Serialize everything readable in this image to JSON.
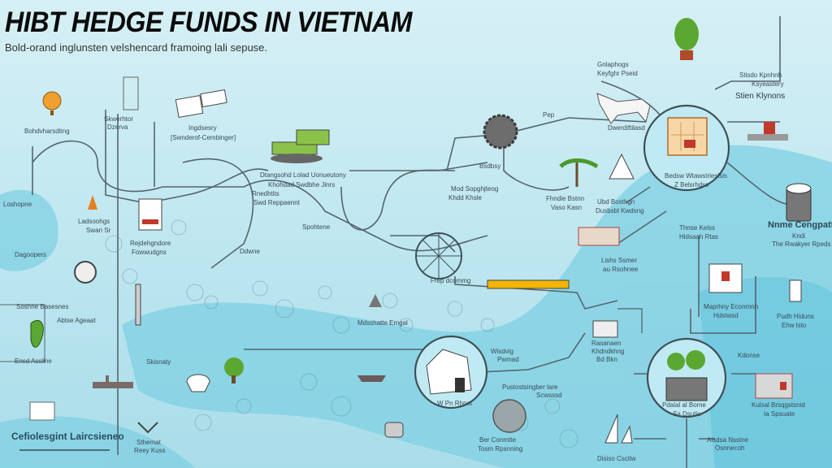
{
  "title": "HIBT HEDGE FUNDS IN VIETNAM",
  "subtitle": "Bold-orand inglunsten velshencard framoing lali sepuse.",
  "labels": {
    "l1": "Bohdvharsdting",
    "l2": "Skwerhtor",
    "l3": "Dzerva",
    "l4": "Ingdsesry",
    "l5": "[Swnderof-Cembinger]",
    "l6": "Dtangsohd Lolad Uonueutony",
    "l7": "Khohdad Swdbhe Jinrs",
    "l8": "Rnedhtits",
    "l9": "Swd Reppaennt",
    "l10": "Loshopne",
    "l11": "Ladsoohgs",
    "l12": "Swan Sr",
    "l13": "Rejdehgndore",
    "l14": "Fowwudgns",
    "l15": "Dagoopers",
    "l16": "Spohtene",
    "l17": "Ddwne",
    "l18": "Soshne Basesnes",
    "l19": "Abtse Ageaat",
    "l20": "Ensd Assline",
    "l21": "Skisnaty",
    "l22": "Mdsshatte Emgal",
    "l23": "Cefiolesgint Laircsieneo",
    "l24": "Sthemat",
    "l25": "Reey Kuss",
    "r1": "Gnlaphogs",
    "r2": "Keyfghr Pseid",
    "r3": "Stisdo Kpnhnh",
    "r4": "Ksyeastery",
    "r5": "Stien Klynons",
    "r6": "Dwerdiftilasd",
    "r7": "Pep",
    "r8": "Bsdbsy",
    "r9": "Mod Sopghjteog",
    "r10": "Khdd Khsle",
    "r11": "Fhndie Bstnn",
    "r12": "Vaso Kasn",
    "r13": "Ubd Bosthgn",
    "r14": "Dusbsbl Kwdsng",
    "r15": "Bedsw Wtawstrieslsis",
    "r16": "Z Belsrhdss",
    "r17": "Thnse Kelss",
    "r18": "Hidsaah Rtas",
    "r19": "Nnme Cengpatti",
    "r20": "Kndi",
    "r21": "The Rwakyer Rpeds",
    "r22": "Lishs Ssmer",
    "r23": "au Rsohnee",
    "r24": "Frep dcommg",
    "r25": "Maprhny Econmnh",
    "r26": "Hdstwsd",
    "r27": "Pudh Hiduns",
    "r28": "Ehw lsto",
    "r29": "Rasanaen",
    "r30": "Khdndkhng",
    "r31": "Bd Bkn",
    "r32": "Wisdvig",
    "r33": "Pwmad",
    "r34": "Pustostsingber lare",
    "r35": "Scwsssd",
    "r36": "W Pn Rhpet",
    "r37": "Kdonse",
    "r38": "Pdalal al Bome",
    "r39": "Sa Dsutie",
    "r40": "Kulsal Brsqgstsnid",
    "r41": "Ia Spsuate",
    "r42": "Ber Conmtte",
    "r43": "Tosm Rpsnning",
    "r44": "Disiso Cscitw",
    "r45": "Alsdsa Nsstne",
    "r46": "Osnnecoh"
  },
  "colors": {
    "ocean": "#6fcbe0",
    "line": "#55656d",
    "accent_orange": "#f0a030",
    "accent_green": "#7cb342",
    "accent_red": "#c0392b"
  }
}
